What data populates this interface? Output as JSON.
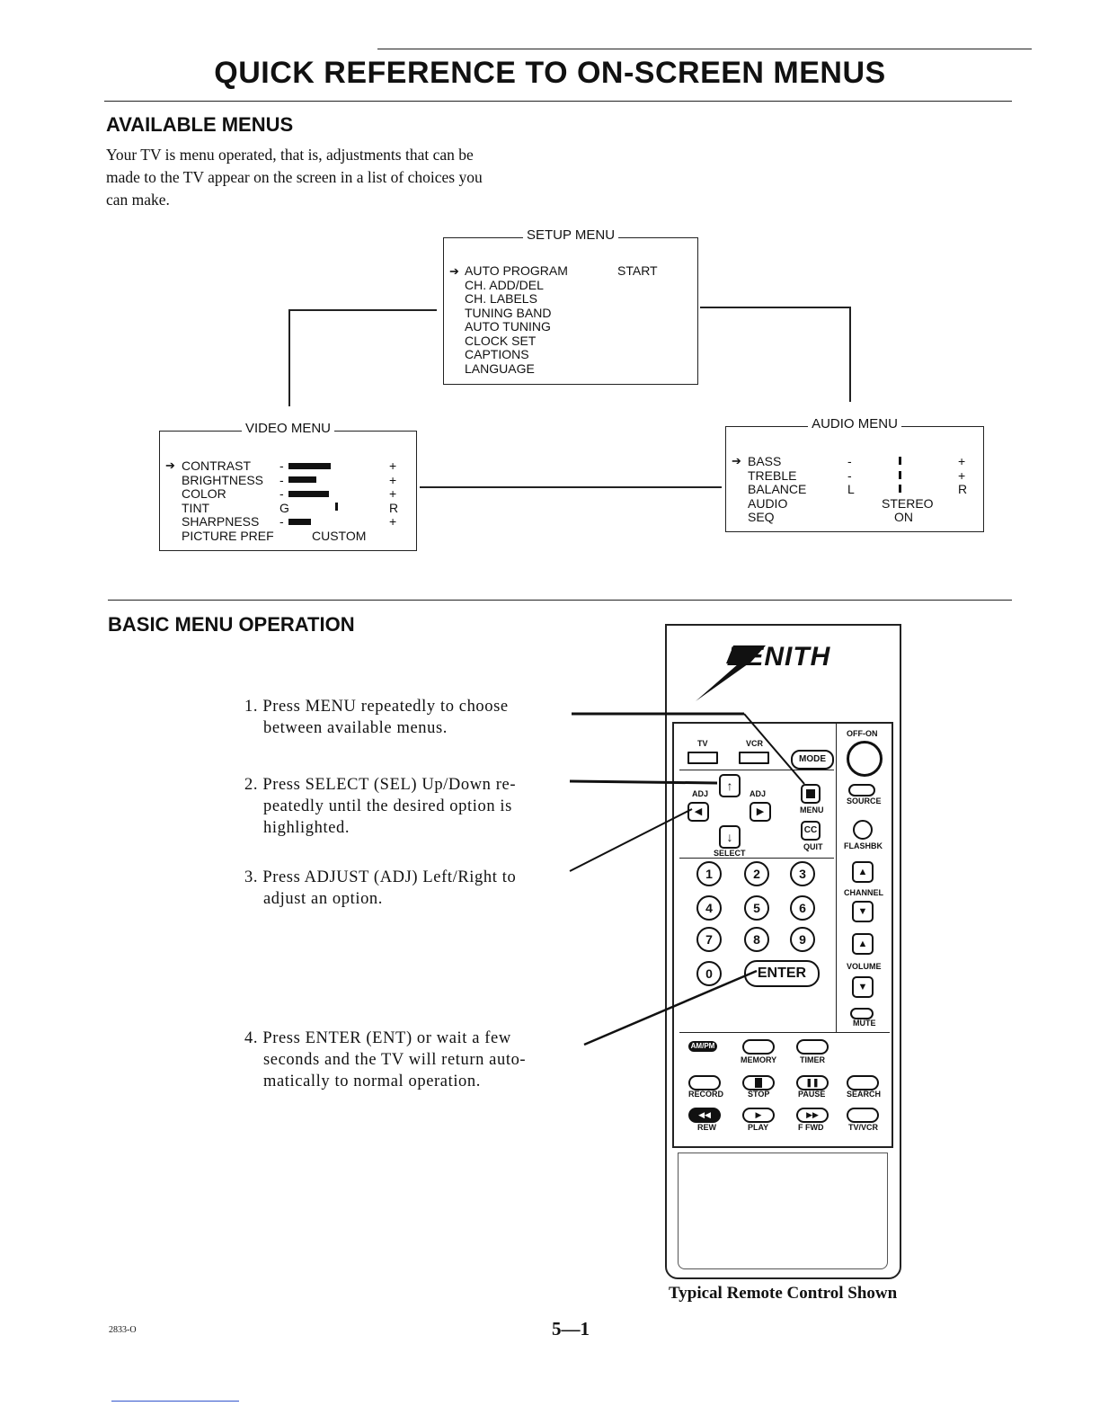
{
  "title": "QUICK REFERENCE TO ON-SCREEN MENUS",
  "available": {
    "heading": "AVAILABLE MENUS",
    "lines": [
      "Your TV is menu operated, that is, adjustments that can be",
      "made to the TV appear on the screen in a list of choices you",
      "can make."
    ]
  },
  "setup_menu": {
    "title": "SETUP MENU",
    "items": [
      "AUTO PROGRAM",
      "CH. ADD/DEL",
      "CH. LABELS",
      "TUNING BAND",
      "AUTO TUNING",
      "CLOCK SET",
      "CAPTIONS",
      "LANGUAGE"
    ],
    "value": "START"
  },
  "video_menu": {
    "title": "VIDEO MENU",
    "items": [
      {
        "label": "CONTRAST",
        "left": "-",
        "right": "+",
        "level": 0.52
      },
      {
        "label": "BRIGHTNESS",
        "left": "-",
        "right": "+",
        "level": 0.35
      },
      {
        "label": "COLOR",
        "left": "-",
        "right": "+",
        "level": 0.5
      },
      {
        "label": "TINT",
        "left": "G",
        "right": "R"
      },
      {
        "label": "SHARPNESS",
        "left": "-",
        "right": "+",
        "level": 0.28
      },
      {
        "label": "PICTURE PREF",
        "value": "CUSTOM"
      }
    ]
  },
  "audio_menu": {
    "title": "AUDIO MENU",
    "items": [
      {
        "label": "BASS",
        "left": "-",
        "right": "+"
      },
      {
        "label": "TREBLE",
        "left": "-",
        "right": "+"
      },
      {
        "label": "BALANCE",
        "left": "L",
        "right": "R"
      },
      {
        "label": "AUDIO",
        "value": "STEREO"
      },
      {
        "label": "SEQ",
        "value": "ON"
      }
    ]
  },
  "basic": {
    "heading": "BASIC MENU OPERATION",
    "steps": [
      {
        "num": "1.",
        "lines": [
          "Press MENU repeatedly to choose",
          "between available menus."
        ]
      },
      {
        "num": "2.",
        "lines": [
          "Press SELECT (SEL) Up/Down re-",
          "peatedly until the desired option is",
          "highlighted."
        ]
      },
      {
        "num": "3.",
        "lines": [
          "Press ADJUST (ADJ) Left/Right to",
          "adjust an option."
        ]
      },
      {
        "num": "4.",
        "lines": [
          "Press ENTER (ENT) or wait a few",
          "seconds and the TV will return auto-",
          "matically to normal operation."
        ]
      }
    ]
  },
  "remote": {
    "brand": "ZENITH",
    "labels": {
      "tv": "TV",
      "vcr": "VCR",
      "mode": "MODE",
      "offon": "OFF-ON",
      "adj_l": "ADJ",
      "adj_r": "ADJ",
      "menu": "MENU",
      "source": "SOURCE",
      "cc": "CC",
      "quit": "QUIT",
      "select": "SELECT",
      "flashbk": "FLASHBK",
      "channel": "CHANNEL",
      "volume": "VOLUME",
      "mute": "MUTE",
      "enter": "ENTER",
      "ampm": "AM/PM",
      "memory": "MEMORY",
      "timer": "TIMER",
      "record": "RECORD",
      "stop": "STOP",
      "pause": "PAUSE",
      "search": "SEARCH",
      "rew": "REW",
      "play": "PLAY",
      "ffwd": "F FWD",
      "tvvcr": "TV/VCR"
    },
    "digits": [
      "1",
      "2",
      "3",
      "4",
      "5",
      "6",
      "7",
      "8",
      "9",
      "0"
    ],
    "caption": "Typical Remote Control Shown"
  },
  "footer": {
    "code": "2833-O",
    "page": "5—1"
  }
}
